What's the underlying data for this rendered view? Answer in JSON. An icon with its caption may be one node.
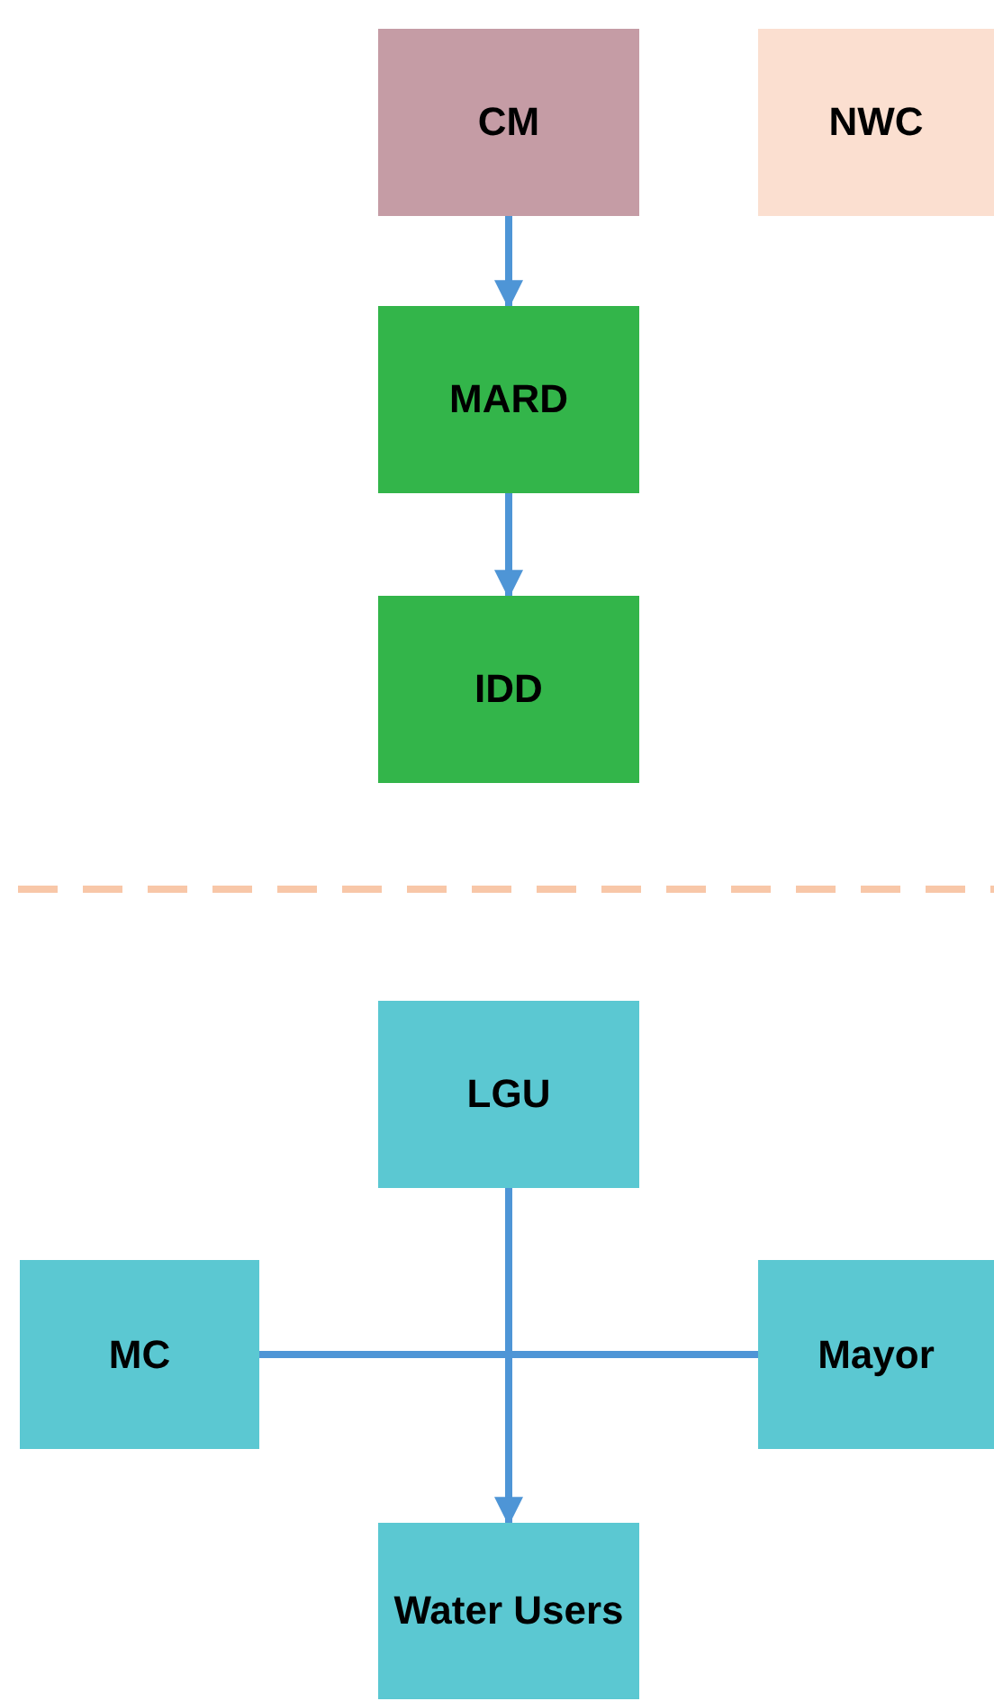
{
  "diagram": {
    "nodes": [
      {
        "text": [
          "CM"
        ]
      },
      {
        "text": [
          "NWC"
        ]
      },
      {
        "text": [
          "MARD"
        ]
      },
      {
        "text": [
          "IDD"
        ]
      },
      {
        "text": [
          "LGU"
        ]
      },
      {
        "text": [
          "MC"
        ]
      },
      {
        "text": [
          "Mayor"
        ]
      },
      {
        "text": [
          "Water Users"
        ]
      }
    ],
    "edges": [
      {
        "from": 0,
        "to": 2,
        "arrow": "to"
      },
      {
        "from": 2,
        "to": 3,
        "arrow": "to"
      },
      {
        "from": 4,
        "to": 7,
        "arrow": "to"
      },
      {
        "from": 5,
        "to": 6,
        "arrow": "none"
      }
    ]
  }
}
